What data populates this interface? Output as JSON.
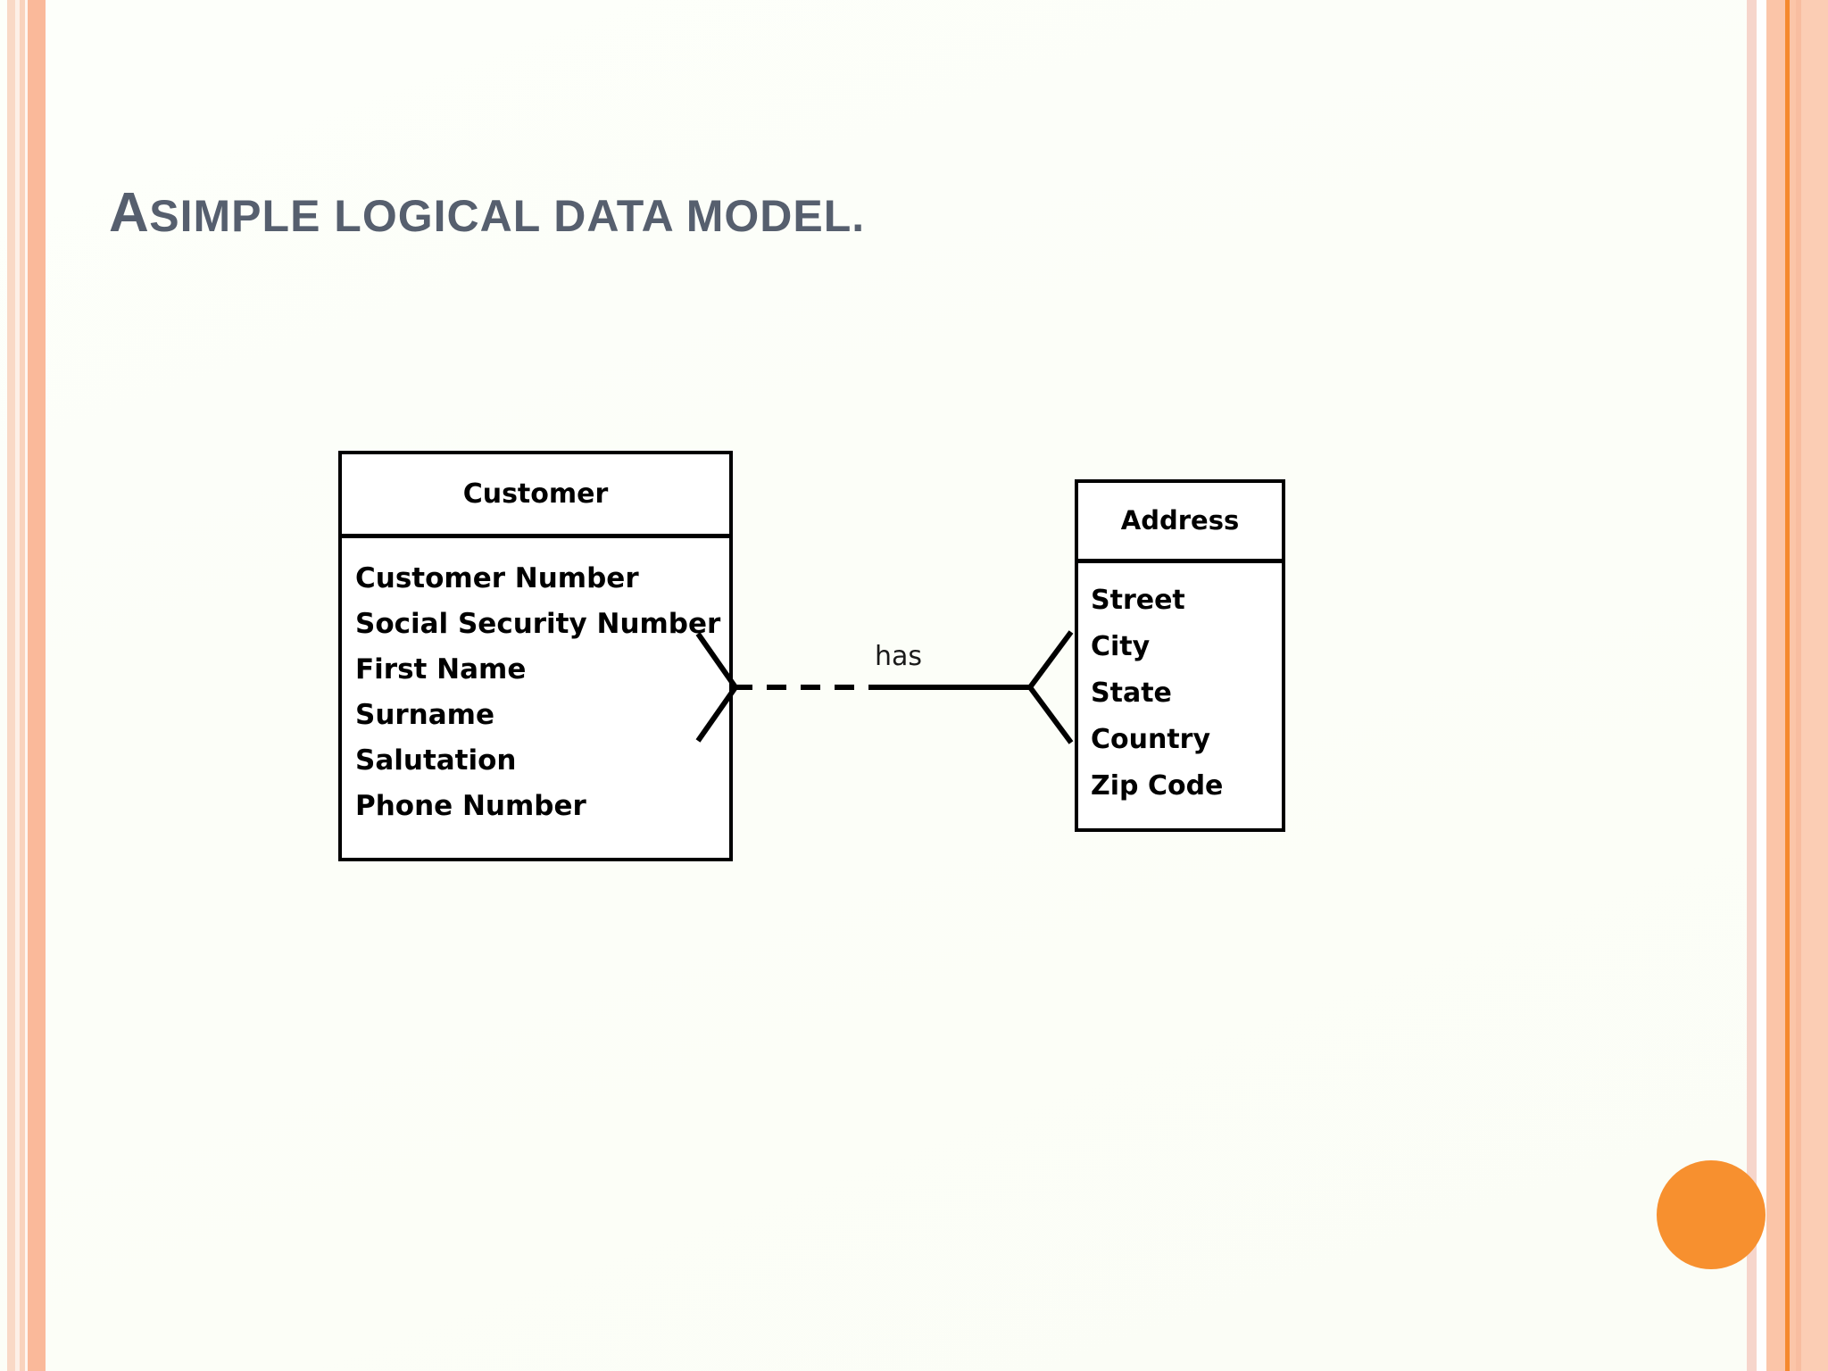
{
  "slide": {
    "title_first_letter": "A",
    "title_rest": "SIMPLE LOGICAL DATA MODEL.",
    "title_full": "A SIMPLE LOGICAL DATA MODEL.",
    "background_color": "#fcfef9",
    "title_color": "#565f6e"
  },
  "decor": {
    "accent_circle_color": "#f7902f",
    "left_border_colors": [
      "#f9d9c6",
      "#fdf0e7",
      "#f9d3bd",
      "#fef6f0",
      "#fab99a"
    ],
    "right_border_colors": [
      "#f6d5cb",
      "#fefefe",
      "#fbc5a8",
      "#f5892e",
      "#fbc5a8",
      "#f8bda0",
      "#fbcdb4"
    ]
  },
  "diagram": {
    "type": "entity-relationship",
    "notation": "crows-foot",
    "line_color": "#000000",
    "entities": [
      {
        "name": "Customer",
        "attributes": [
          "Customer Number",
          "Social Security Number",
          "First Name",
          "Surname",
          "Salutation",
          "Phone Number"
        ]
      },
      {
        "name": "Address",
        "attributes": [
          "Street",
          "City",
          "State",
          "Country",
          "Zip Code"
        ]
      }
    ],
    "relationships": [
      {
        "label": "has",
        "from": "Customer",
        "to": "Address",
        "from_cardinality": "many-optional",
        "to_cardinality": "many-mandatory",
        "from_line_style": "dashed",
        "to_line_style": "solid"
      }
    ]
  }
}
